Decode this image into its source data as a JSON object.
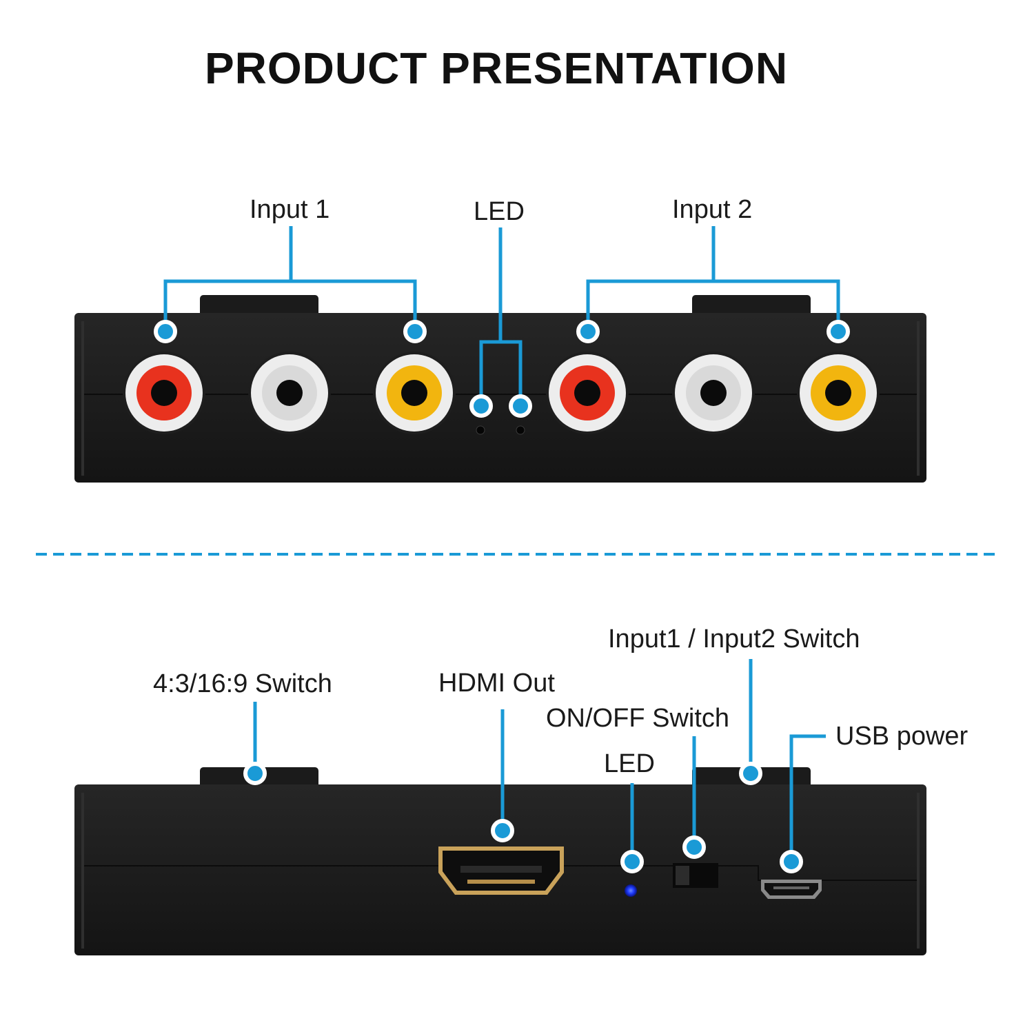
{
  "title": "PRODUCT PRESENTATION",
  "top_panel": {
    "labels": {
      "input1": "Input 1",
      "led": "LED",
      "input2": "Input 2"
    }
  },
  "bottom_panel": {
    "labels": {
      "aspect_switch": "4:3/16:9 Switch",
      "hdmi_out": "HDMI Out",
      "input_switch": "Input1 / Input2 Switch",
      "on_off_switch": "ON/OFF Switch",
      "led": "LED",
      "usb_power": "USB power"
    }
  },
  "colors": {
    "callout": "#1a9ad6",
    "device_body": "#1c1c1c",
    "rca_red": "#e8321e",
    "rca_white": "#d9d9d9",
    "rca_yellow": "#f2b50f",
    "hdmi_gold": "#c9a25a",
    "led_blue": "#1f3cff"
  }
}
